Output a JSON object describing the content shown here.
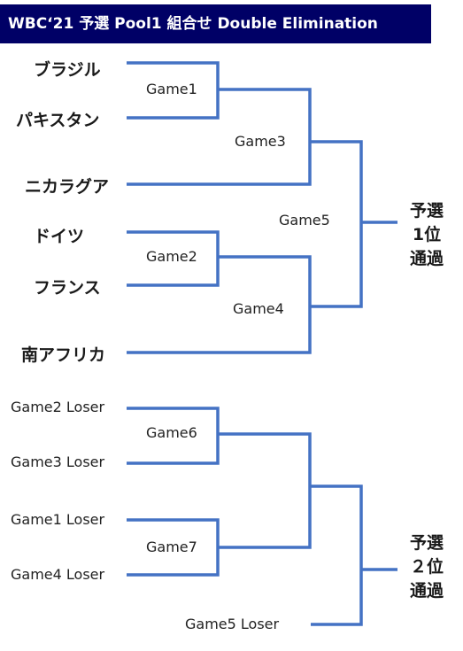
{
  "title": "WBC‘21 予選 Pool1  組合せ Double Elimination",
  "colors": {
    "title_bg": "#000066",
    "title_text": "#ffffff",
    "line": "#4472c4"
  },
  "teams": {
    "brazil": "ブラジル",
    "pakistan": "パキスタン",
    "nicaragua": "ニカラグア",
    "germany": "ドイツ",
    "france": "フランス",
    "south_africa": "南アフリカ"
  },
  "games": {
    "g1": "Game1",
    "g2": "Game2",
    "g3": "Game3",
    "g4": "Game4",
    "g5": "Game5",
    "g6": "Game6",
    "g7": "Game7"
  },
  "losers": {
    "g2": "Game2 Loser",
    "g3": "Game3 Loser",
    "g1": "Game1 Loser",
    "g4": "Game4 Loser",
    "g5": "Game5 Loser"
  },
  "results": {
    "first": {
      "line1": "予選",
      "line2": "1位",
      "line3": "通過"
    },
    "second": {
      "line1": "予選",
      "line2": "２位",
      "line3": "通過"
    }
  }
}
